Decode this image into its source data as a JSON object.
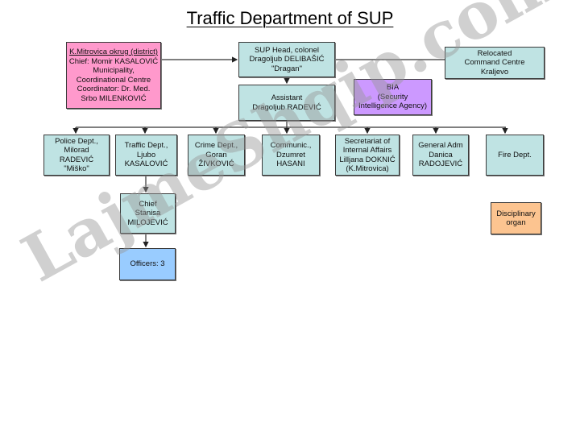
{
  "title": "Traffic Department of SUP",
  "watermark": "LajmeShqip.com",
  "nodes": {
    "district": {
      "heading": "K.Mitrovica okrug (district)",
      "body": "Chief: Momir KASALOVIĆ\nMunicipality,\nCoordinational Centre\nCoordinator: Dr. Med.\nSrbo MILENKOVIĆ"
    },
    "sup_head": "SUP Head, colonel\nDragoljub DELIBAŠIĆ\n\"Dragan\"",
    "relocated": "Relocated\nCommand Centre\nKraljevo",
    "assistant": "Assistant\nDragoljub RADEVIĆ",
    "bia": "BIA\n(Security\nIntelligence Agency)",
    "police": "Police Dept.,\nMilorad\nRADEVIĆ\n\"Miško\"",
    "traffic": "Traffic Dept.,\nLjubo\nKASALOVIĆ",
    "crime": "Crime Dept.,\nGoran\nŽIVKOVIĆ",
    "communic": "Communic.,\nDzumret\nHASANI",
    "secretariat": "Secretariat of\nInternal Affairs\nLilljana DOKNIĆ\n(K.Mitrovica)",
    "general_adm": "General Adm\nDanica\nRADOJEVIĆ",
    "fire": "Fire Dept.",
    "chief": "Chief\nStanisa\nMILOJEVIĆ",
    "officers": "Officers: 3",
    "disciplinary": "Disciplinary\norgan"
  },
  "colors": {
    "dept": "#bfe3e3",
    "district": "#ff99cc",
    "bia": "#cc99ff",
    "officers": "#99ccff",
    "disciplinary": "#fcc490"
  }
}
